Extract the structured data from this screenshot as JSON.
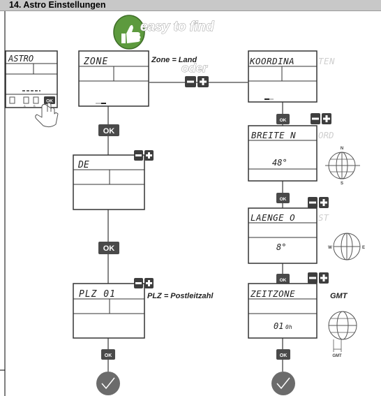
{
  "header": {
    "title": "14. Astro Einstellungen"
  },
  "badge": {
    "text": "easy to find"
  },
  "screens": {
    "astro": {
      "title": "ASTRO",
      "button": "OK",
      "icon_labels": [
        "A",
        "B"
      ]
    },
    "zone": {
      "title": "ZONE"
    },
    "de": {
      "title": "DE"
    },
    "plz": {
      "title": "PLZ 01"
    },
    "koordinaten": {
      "title": "KOORDINA",
      "ghost": "TEN"
    },
    "breite": {
      "title": "BREITE N",
      "ghost": "ORD",
      "value": "48°"
    },
    "laenge": {
      "title": "LAENGE O",
      "ghost": "ST",
      "value": "8°"
    },
    "zeitzone": {
      "title": "ZEITZONE",
      "value": "01",
      "unit": "0h"
    }
  },
  "notes": {
    "zone_land": "Zone = Land",
    "oder": "oder",
    "plz": "PLZ = Postleitzahl",
    "gmt": "GMT"
  },
  "ok_label": "OK",
  "compass": {
    "north": "N",
    "south": "S",
    "west": "W",
    "east": "E",
    "gmt": "GMT"
  },
  "colors": {
    "header_bg": "#c8c8c8",
    "ok_bg": "#4d4d4d",
    "badge_green": "#4f8f3a",
    "check_bg": "#6b6b6b"
  }
}
